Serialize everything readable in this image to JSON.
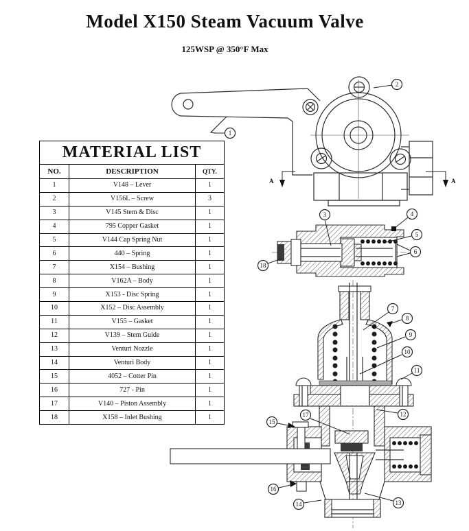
{
  "page": {
    "title": "Model X150 Steam Vacuum Valve",
    "subtitle": "125WSP @ 350°F Max"
  },
  "colors": {
    "ink": "#1a1a1a",
    "paper": "#ffffff"
  },
  "material_list": {
    "title": "MATERIAL LIST",
    "columns": [
      "NO.",
      "DESCRIPTION",
      "QTY."
    ],
    "rows": [
      {
        "no": "1",
        "description": "V148 – Lever",
        "qty": "1"
      },
      {
        "no": "2",
        "description": "V156L – Screw",
        "qty": "3"
      },
      {
        "no": "3",
        "description": "V145 Stem & Disc",
        "qty": "1"
      },
      {
        "no": "4",
        "description": "795 Copper Gasket",
        "qty": "1"
      },
      {
        "no": "5",
        "description": "V144 Cap Spring Nut",
        "qty": "1"
      },
      {
        "no": "6",
        "description": "440 – Spring",
        "qty": "1"
      },
      {
        "no": "7",
        "description": "X154 – Bushing",
        "qty": "1"
      },
      {
        "no": "8",
        "description": "V162A – Body",
        "qty": "1"
      },
      {
        "no": "9",
        "description": "X153 - Disc Spring",
        "qty": "1"
      },
      {
        "no": "10",
        "description": "X152 – Disc Assembly",
        "qty": "1"
      },
      {
        "no": "11",
        "description": "V155 – Gasket",
        "qty": "1"
      },
      {
        "no": "12",
        "description": "V139 – Stem Guide",
        "qty": "1"
      },
      {
        "no": "13",
        "description": "Venturi Nozzle",
        "qty": "1"
      },
      {
        "no": "14",
        "description": "Venturi Body",
        "qty": "1"
      },
      {
        "no": "15",
        "description": "4052 – Cotter Pin",
        "qty": "1"
      },
      {
        "no": "16",
        "description": "727 - Pin",
        "qty": "1"
      },
      {
        "no": "17",
        "description": "V140 – Piston Assembly",
        "qty": "1"
      },
      {
        "no": "18",
        "description": "X158 – Inlet Bushing",
        "qty": "1"
      }
    ]
  },
  "diagrams": {
    "section_label": "A",
    "callouts": [
      "1",
      "2",
      "3",
      "4",
      "5",
      "6",
      "7",
      "8",
      "9",
      "10",
      "11",
      "12",
      "13",
      "14",
      "15",
      "16",
      "17",
      "18"
    ]
  }
}
